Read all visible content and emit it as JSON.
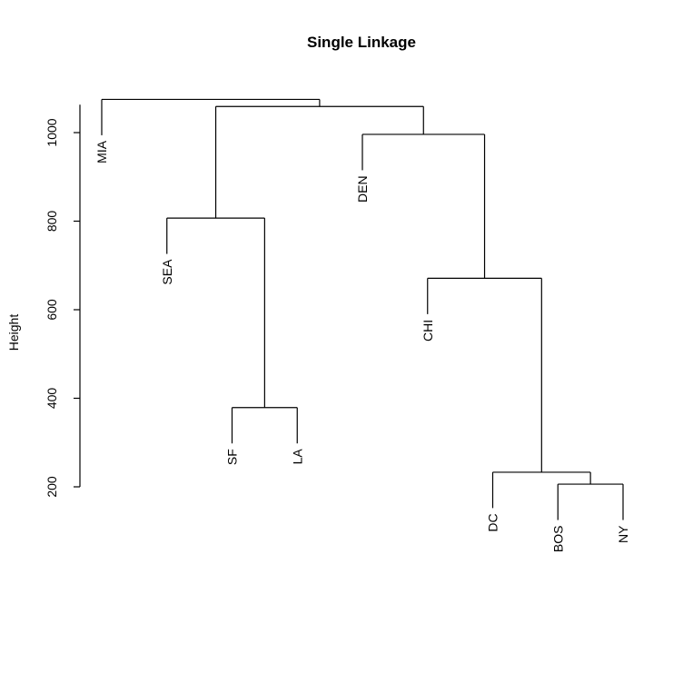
{
  "chart_data": {
    "type": "dendrogram",
    "title": "Single Linkage",
    "ylabel": "Height",
    "xlabel": "",
    "ylim": [
      200,
      1100
    ],
    "yticks": [
      200,
      400,
      600,
      800,
      1000
    ],
    "leaves": [
      "MIA",
      "SEA",
      "SF",
      "LA",
      "DEN",
      "CHI",
      "DC",
      "BOS",
      "NY"
    ],
    "merges": [
      {
        "id": "m1",
        "left": "BOS",
        "right": "NY",
        "height": 206
      },
      {
        "id": "m2",
        "left": "DC",
        "right": "m1",
        "height": 233
      },
      {
        "id": "m3",
        "left": "SF",
        "right": "LA",
        "height": 379
      },
      {
        "id": "m4",
        "left": "CHI",
        "right": "m2",
        "height": 671
      },
      {
        "id": "m5",
        "left": "SEA",
        "right": "m3",
        "height": 807
      },
      {
        "id": "m6",
        "left": "DEN",
        "right": "m4",
        "height": 996
      },
      {
        "id": "m7",
        "left": "m5",
        "right": "m6",
        "height": 1059
      },
      {
        "id": "m8",
        "left": "MIA",
        "right": "m7",
        "height": 1075
      }
    ]
  }
}
